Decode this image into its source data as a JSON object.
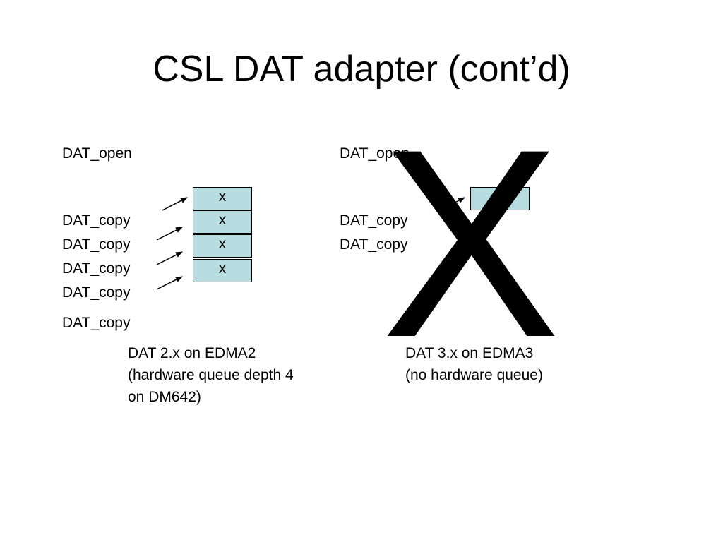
{
  "title": "CSL DAT adapter (cont’d)",
  "left": {
    "calls": [
      "DAT_open",
      "DAT_copy",
      "DAT_copy",
      "DAT_copy",
      "DAT_copy",
      "DAT_copy"
    ],
    "queue": [
      "x",
      "x",
      "x",
      "x"
    ],
    "caption": [
      "DAT 2.x on EDMA2",
      "(hardware queue depth 4",
      "on DM642)"
    ]
  },
  "right": {
    "calls": [
      "DAT_open",
      "DAT_copy",
      "DAT_copy"
    ],
    "queue": [
      "x"
    ],
    "crossed_mark": "X",
    "caption": [
      "DAT 3.x on EDMA3",
      "(no hardware queue)"
    ]
  },
  "colors": {
    "queue_fill": "#b7dde1",
    "stroke": "#000000"
  }
}
